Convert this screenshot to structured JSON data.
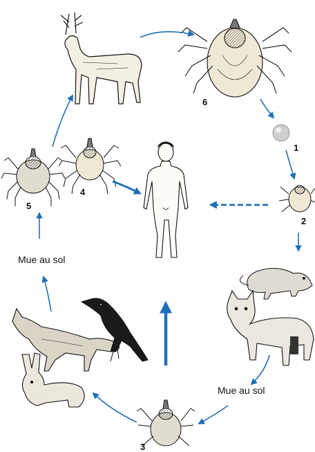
{
  "stages": {
    "s1": "1",
    "s2": "2",
    "s3": "3",
    "s4": "4",
    "s5": "5",
    "s6": "6"
  },
  "notes": {
    "molt_left": "Mue au sol",
    "molt_right": "Mue au sol"
  },
  "colors": {
    "arrow": "#1f6fb8",
    "ink": "#111111",
    "body_fill": "#f3efe2"
  },
  "figures": [
    "deer",
    "adult-tick-engorged",
    "egg",
    "larva-tick",
    "human",
    "nymph-tick",
    "adult-tick",
    "rat",
    "cat",
    "fox",
    "bird",
    "hare"
  ]
}
